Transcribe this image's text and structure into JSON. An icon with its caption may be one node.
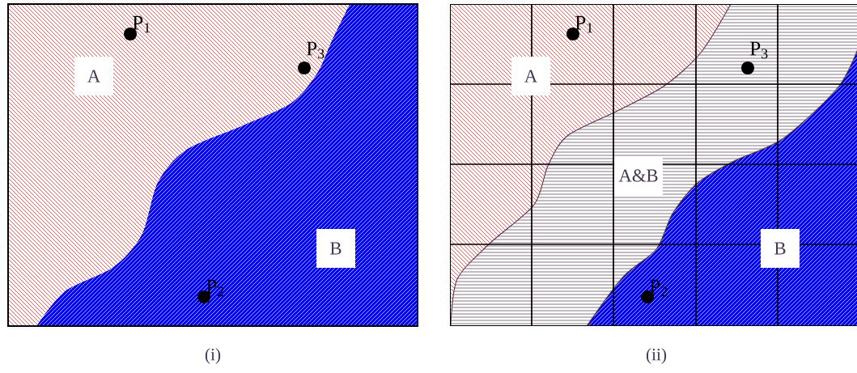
{
  "diagram": {
    "labels": [
      "P$_{1}$",
      "A",
      "P$_{3}$",
      "B",
      "P$_{2}$",
      "(i)",
      "P$_{1}$",
      "A",
      "P$_{3}$",
      "A&B",
      "B",
      "P$_{2}$",
      "(ii)"
    ]
  }
}
